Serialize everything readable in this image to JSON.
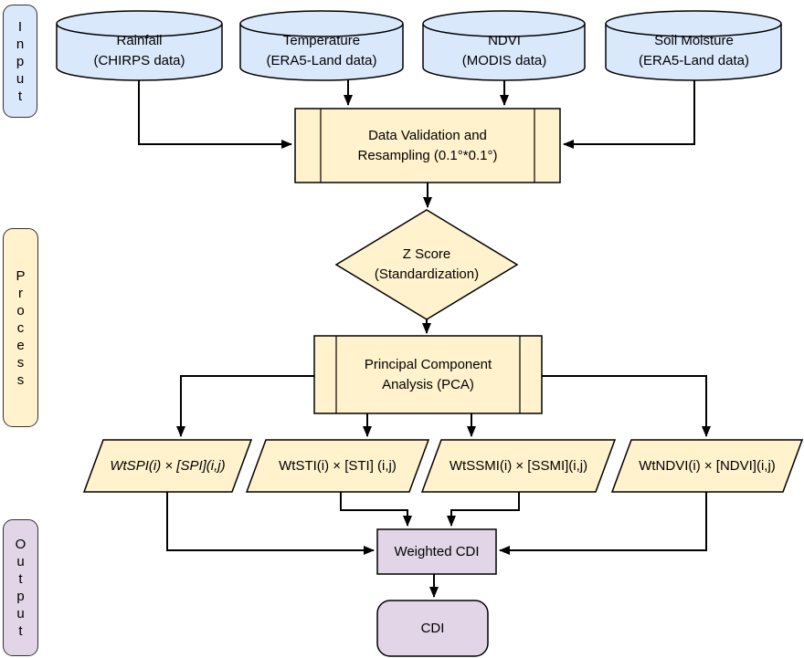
{
  "sections": {
    "input": "Input",
    "process": "Process",
    "output": "Output"
  },
  "nodes": {
    "rainfall": {
      "line1": "Rainfall",
      "line2": "(CHIRPS data)"
    },
    "temperature": {
      "line1": "Temperature",
      "line2": "(ERA5-Land data)"
    },
    "ndvi": {
      "line1": "NDVI",
      "line2": "(MODIS data)"
    },
    "soil_moisture": {
      "line1": "Soil Moisture",
      "line2": "(ERA5-Land data)"
    },
    "validation": {
      "line1": "Data Validation and",
      "line2": "Resampling (0.1°*0.1°)"
    },
    "zscore": {
      "line1": "Z Score",
      "line2": "(Standardization)"
    },
    "pca": {
      "line1": "Principal Component",
      "line2": "Analysis (PCA)"
    },
    "spi_term": "WtSPI(i) × [SPI](i,j)",
    "sti_term": "WtSTI(i) × [STI] (i,j)",
    "ssmi_term": "WtSSMI(i) × [SSMI](i,j)",
    "ndvi_term": "WtNDVI(i) × [NDVI](i,j)",
    "weighted_cdi": "Weighted CDI",
    "cdi": "CDI"
  },
  "colors": {
    "input_fill": "#dae8fc",
    "process_fill": "#fff2cc",
    "output_fill": "#e1d5e7",
    "line": "#000000"
  }
}
